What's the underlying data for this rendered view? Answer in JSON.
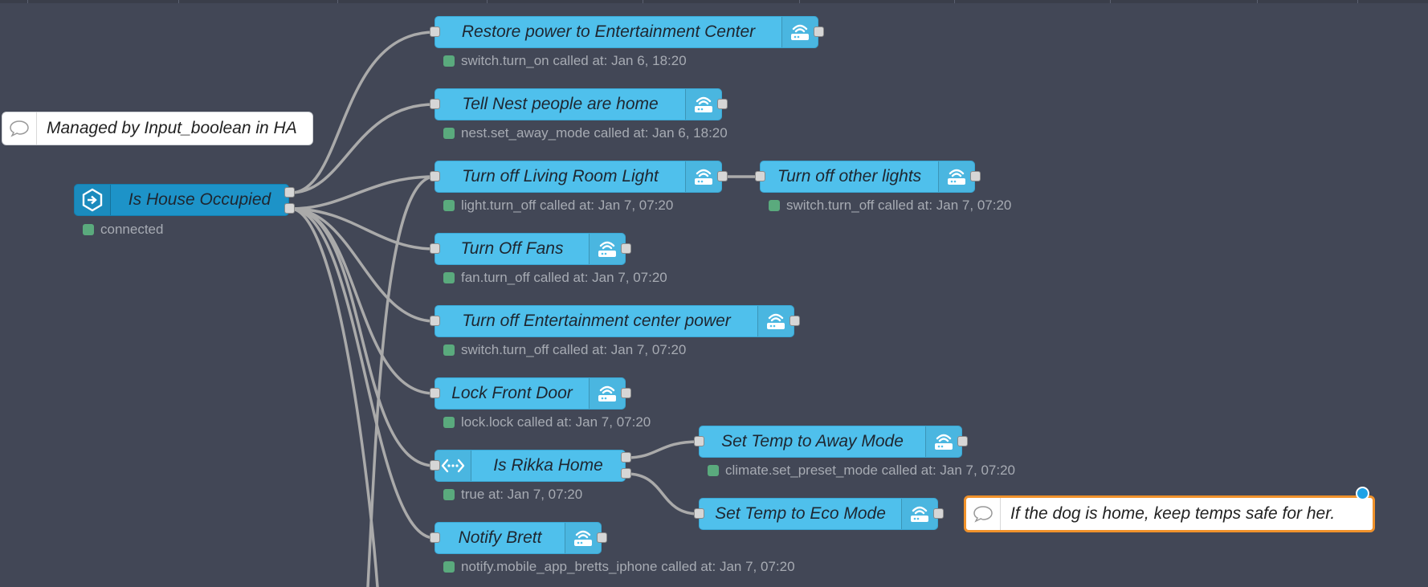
{
  "trigger": {
    "label": "Is House Occupied",
    "status": "connected"
  },
  "comments": {
    "managed": "Managed by Input_boolean in HA",
    "dog": "If the dog is home, keep temps safe for her."
  },
  "nodes": {
    "restore_power": {
      "label": "Restore power to Entertainment Center",
      "status": "switch.turn_on called at: Jan 6, 18:20"
    },
    "tell_nest": {
      "label": "Tell Nest people are home",
      "status": "nest.set_away_mode called at: Jan 6, 18:20"
    },
    "living_room_light": {
      "label": "Turn off Living Room Light",
      "status": "light.turn_off called at: Jan 7, 07:20"
    },
    "other_lights": {
      "label": "Turn off other lights",
      "status": "switch.turn_off called at: Jan 7, 07:20"
    },
    "fans": {
      "label": "Turn Off Fans",
      "status": "fan.turn_off called at: Jan 7, 07:20"
    },
    "entertainment_power": {
      "label": "Turn off Entertainment center power",
      "status": "switch.turn_off called at: Jan 7, 07:20"
    },
    "lock_door": {
      "label": "Lock Front Door",
      "status": "lock.lock called at: Jan 7, 07:20"
    },
    "is_rikka_home": {
      "label": "Is Rikka Home",
      "status": "true at: Jan 7, 07:20"
    },
    "temp_away": {
      "label": "Set Temp to Away Mode",
      "status": "climate.set_preset_mode called at: Jan 7, 07:20"
    },
    "temp_eco": {
      "label": "Set Temp to Eco Mode"
    },
    "notify_brett": {
      "label": "Notify Brett",
      "status": "notify.mobile_app_bretts_iphone called at: Jan 7, 07:20"
    }
  },
  "icons": {
    "service": "service-router-icon",
    "trigger": "trigger-state-icon",
    "switch": "switch-node-icon",
    "comment": "comment-bubble-icon"
  },
  "colors": {
    "canvas": "#424756",
    "node": "#4fc0ec",
    "trigger": "#1d93c8",
    "wire": "#aaaaaa",
    "status_ok": "#5aaa7d",
    "selected": "#f0922b"
  }
}
